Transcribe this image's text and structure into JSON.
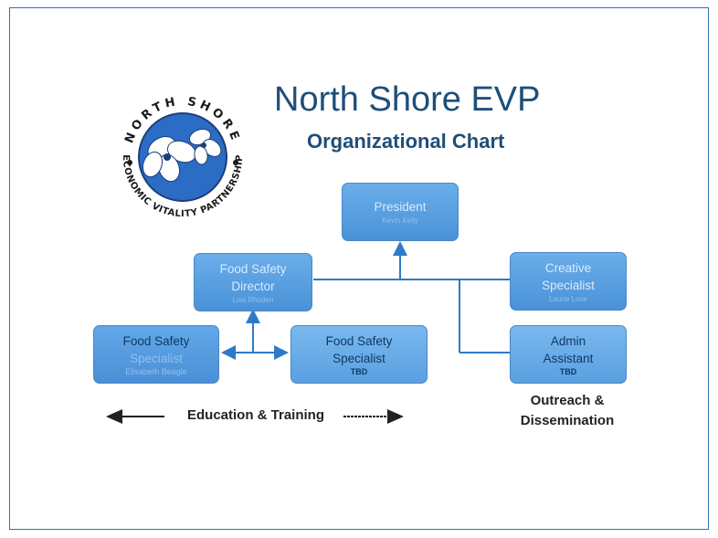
{
  "title": "North Shore EVP",
  "subtitle": "Organizational Chart",
  "logo": {
    "top_text": "NORTH SHORE",
    "bottom_text": "ECONOMIC VITALITY PARTNERSHIP",
    "colors": {
      "circle": "#2b6cc4",
      "flower": "#ffffff",
      "ring": "#1a1a1a"
    }
  },
  "boxes": {
    "president": {
      "line1": "President",
      "line2": "",
      "sub": "Kevin Kelly"
    },
    "director": {
      "line1": "Food Safety",
      "line2": "Director",
      "sub": "Lisa Rhoden"
    },
    "creative": {
      "line1": "Creative",
      "line2": "Specialist",
      "sub": "Laurie Love"
    },
    "specialist_left": {
      "line1": "Food Safety",
      "line2": "Specialist",
      "sub": "Elisabeth Beagle"
    },
    "specialist_tbd": {
      "line1": "Food Safety",
      "line2": "Specialist",
      "sub": "TBD"
    },
    "admin": {
      "line1": "Admin",
      "line2": "Assistant",
      "sub": "TBD"
    }
  },
  "labels": {
    "education": "Education & Training",
    "outreach_line1": "Outreach &",
    "outreach_line2": "Dissemination"
  },
  "colors": {
    "box_fill": "#5aa0e0",
    "line": "#2f7ac8",
    "text_dark": "#0d3a66"
  }
}
